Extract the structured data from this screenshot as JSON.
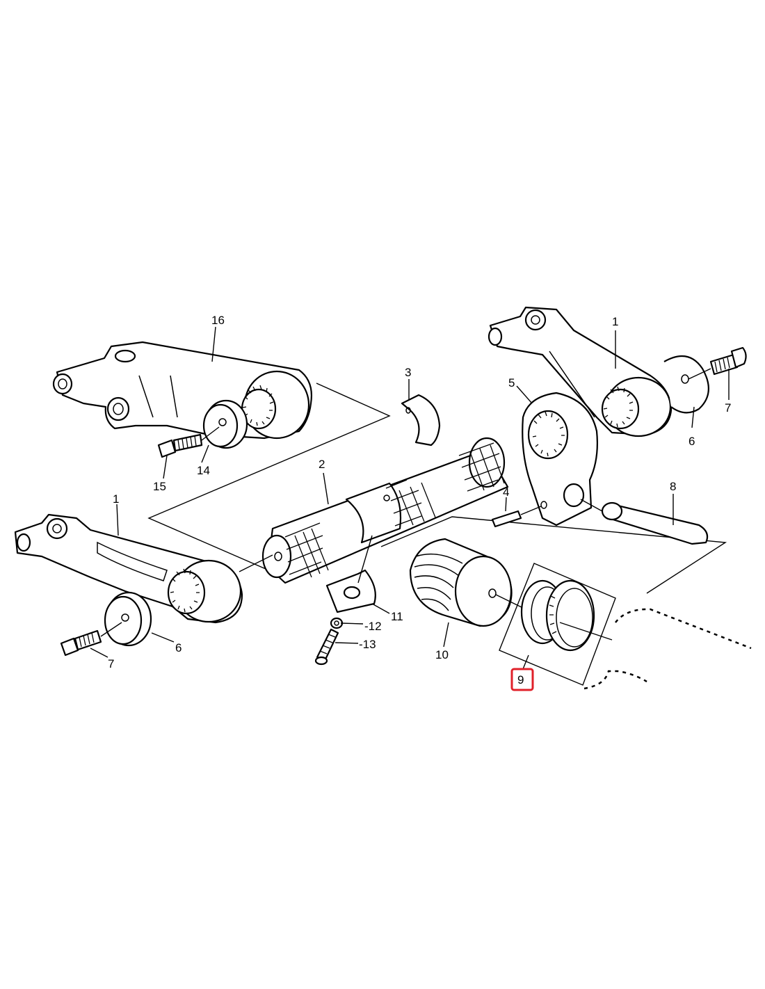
{
  "diagram": {
    "labels": {
      "l1a": "1",
      "l1b": "1",
      "l2": "2",
      "l3": "3",
      "l4": "4",
      "l5": "5",
      "l6a": "6",
      "l6b": "6",
      "l7a": "7",
      "l7b": "7",
      "l8": "8",
      "l9": "9",
      "l10": "10",
      "l11": "11",
      "l12": "-12",
      "l13": "-13",
      "l14": "14",
      "l15": "15",
      "l16": "16"
    },
    "highlighted_label": "9",
    "highlight_color": "#e0202a"
  }
}
